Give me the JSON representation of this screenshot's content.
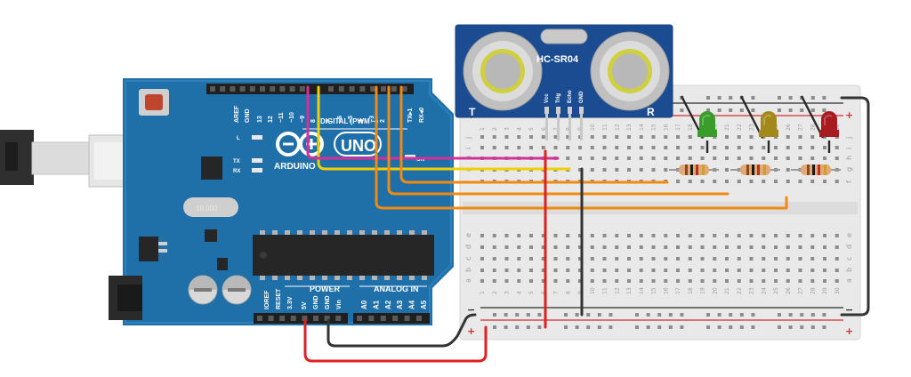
{
  "arduino": {
    "brand": "ARDUINO",
    "model": "UNO",
    "on_label": "ON",
    "crystal_label": "16.000",
    "led_labels": {
      "l": "L",
      "tx": "TX",
      "rx": "RX"
    },
    "digital_header_label": "DIGITAL (PWM ~)",
    "digital_pin_labels": [
      "AREF",
      "GND",
      "13",
      "12",
      "~11",
      "~10",
      "~9",
      "8",
      "7",
      "~6",
      "~5",
      "4",
      "~3",
      "2",
      "TX▸1",
      "RX◂0"
    ],
    "power_header_label": "POWER",
    "analog_header_label": "ANALOG IN",
    "power_pin_labels": [
      "IOREF",
      "RESET",
      "3.3V",
      "5V",
      "GND",
      "GND",
      "Vin"
    ],
    "analog_pin_labels": [
      "A0",
      "A1",
      "A2",
      "A3",
      "A4",
      "A5"
    ]
  },
  "sensor": {
    "model": "HC-SR04",
    "left_mark": "T",
    "right_mark": "R",
    "pin_labels": [
      "Vcc",
      "Trig",
      "Echo",
      "GND"
    ]
  },
  "breadboard": {
    "plus_sign": "+",
    "minus_sign": "−",
    "top_row_letters": [
      "j",
      "i",
      "h",
      "g",
      "f"
    ],
    "bottom_row_letters": [
      "e",
      "d",
      "c",
      "b",
      "a"
    ],
    "column_numbers": [
      "1",
      "2",
      "3",
      "4",
      "5",
      "6",
      "7",
      "8",
      "9",
      "10",
      "11",
      "12",
      "13",
      "14",
      "15",
      "16",
      "17",
      "18",
      "19",
      "20",
      "21",
      "22",
      "23",
      "24",
      "25",
      "26",
      "27",
      "28",
      "29",
      "30"
    ]
  },
  "leds": [
    {
      "name": "green-led",
      "color": "#3a9d2b"
    },
    {
      "name": "yellow-led",
      "color": "#a2891a"
    },
    {
      "name": "red-led",
      "color": "#a81c20"
    }
  ],
  "wire_colors": {
    "power": "#e02020",
    "ground": "#333333",
    "trig": "#d62f9b",
    "echo": "#f0d000",
    "led": "#f08a12"
  }
}
